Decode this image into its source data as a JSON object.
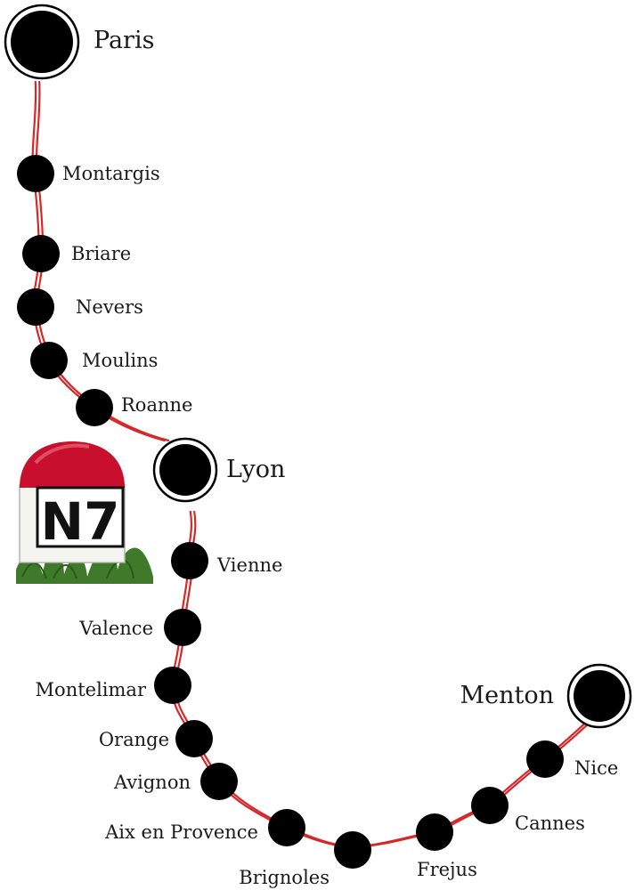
{
  "route": {
    "name": "N7",
    "colors": {
      "road": "#d62828",
      "stop": "#000000",
      "ring": "#000000",
      "background": "#ffffff",
      "marker_cap": "#c8102e"
    }
  },
  "marker": {
    "label": "N7",
    "icon": "milestone-marker-icon"
  },
  "cities": [
    {
      "id": "paris",
      "name": "Paris",
      "major": true
    },
    {
      "id": "montargis",
      "name": "Montargis",
      "major": false
    },
    {
      "id": "briare",
      "name": "Briare",
      "major": false
    },
    {
      "id": "nevers",
      "name": "Nevers",
      "major": false
    },
    {
      "id": "moulins",
      "name": "Moulins",
      "major": false
    },
    {
      "id": "roanne",
      "name": "Roanne",
      "major": false
    },
    {
      "id": "lyon",
      "name": "Lyon",
      "major": true
    },
    {
      "id": "vienne",
      "name": "Vienne",
      "major": false
    },
    {
      "id": "valence",
      "name": "Valence",
      "major": false
    },
    {
      "id": "montelimar",
      "name": "Montelimar",
      "major": false
    },
    {
      "id": "orange",
      "name": "Orange",
      "major": false
    },
    {
      "id": "avignon",
      "name": "Avignon",
      "major": false
    },
    {
      "id": "aix",
      "name": "Aix en Provence",
      "major": false
    },
    {
      "id": "brignoles",
      "name": "Brignoles",
      "major": false
    },
    {
      "id": "frejus",
      "name": "Frejus",
      "major": false
    },
    {
      "id": "cannes",
      "name": "Cannes",
      "major": false
    },
    {
      "id": "nice",
      "name": "Nice",
      "major": false
    },
    {
      "id": "menton",
      "name": "Menton",
      "major": true
    }
  ]
}
